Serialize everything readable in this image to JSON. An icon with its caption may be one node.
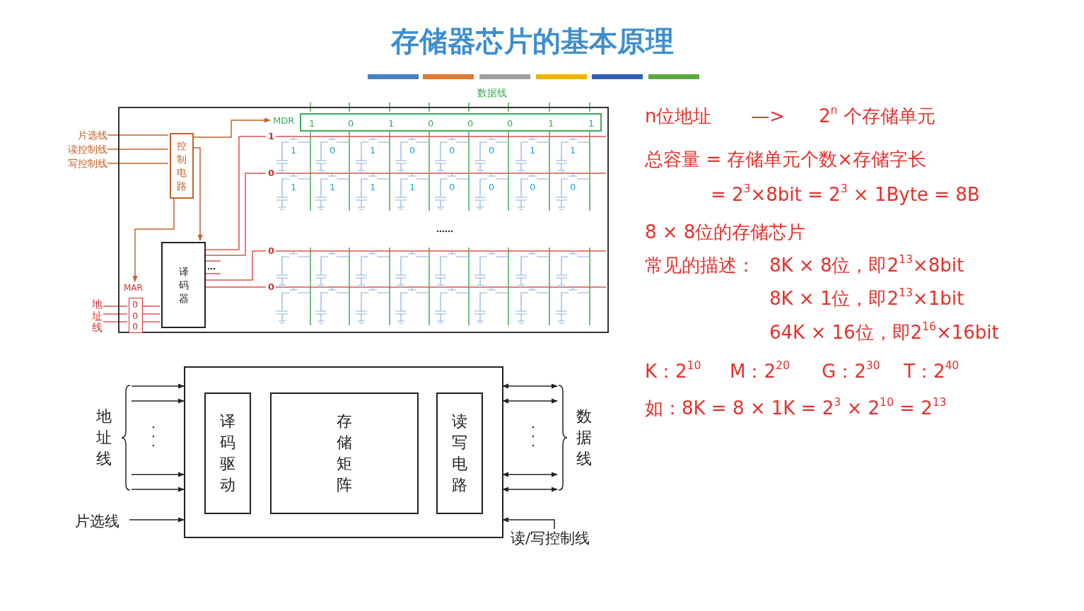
{
  "diagram": {
    "title": "存储器芯片的基本原理",
    "nodes": [
      {
        "text": [],
        "shape": "box"
      },
      {
        "text": [
          "控制电路"
        ],
        "in": 0
      },
      {
        "text": [
          "译码器"
        ],
        "in": 0
      },
      {
        "text": [
          "MAR",
          "0",
          "0",
          "0"
        ],
        "in": 0
      },
      {
        "text": [
          "MDR",
          "1",
          "0",
          "1",
          "0",
          "0",
          "0",
          "1",
          "1"
        ],
        "in": 0
      },
      {
        "text": [
          "片选线"
        ]
      },
      {
        "text": [
          "读控制线"
        ]
      },
      {
        "text": [
          "写控制线"
        ]
      },
      {
        "text": [
          "地址线"
        ]
      },
      {
        "text": [],
        "shape": "box"
      },
      {
        "text": [
          "译码驱动"
        ],
        "in": 9
      },
      {
        "text": [
          "存储矩阵"
        ],
        "in": 9
      },
      {
        "text": [
          "读写电路"
        ],
        "in": 9
      },
      {
        "text": [
          "地址线"
        ]
      },
      {
        "text": [
          "数据线"
        ]
      },
      {
        "text": [
          "片选线"
        ]
      },
      {
        "text": [
          "读/写控制线"
        ]
      }
    ],
    "edges": [
      {
        "from": 5,
        "to": 1,
        "arrow": "none",
        "color": "#c0632a"
      },
      {
        "from": 6,
        "to": 1,
        "arrow": "none",
        "color": "#c0632a"
      },
      {
        "from": 7,
        "to": 1,
        "arrow": "none",
        "color": "#c0632a"
      },
      {
        "from": 1,
        "to": 4,
        "arrow": "to",
        "color": "#c0632a"
      },
      {
        "from": 1,
        "to": 2,
        "arrow": "to",
        "color": "#c0632a"
      },
      {
        "from": 1,
        "to": 3,
        "arrow": "to",
        "color": "#c0632a"
      },
      {
        "from": 8,
        "to": 3,
        "arrow": "none",
        "color": "#e05050"
      },
      {
        "from": 8,
        "to": 3,
        "arrow": "none",
        "color": "#e05050"
      },
      {
        "from": 8,
        "to": 3,
        "arrow": "none",
        "color": "#e05050"
      },
      {
        "from": 3,
        "to": 2,
        "arrow": "none",
        "color": "#e05050"
      },
      {
        "from": 3,
        "to": 2,
        "arrow": "none",
        "color": "#e05050"
      },
      {
        "from": 3,
        "to": 2,
        "arrow": "none",
        "color": "#e05050"
      },
      {
        "from": 13,
        "to": 9,
        "arrow": "to"
      },
      {
        "from": 13,
        "to": 9,
        "arrow": "to"
      },
      {
        "from": 13,
        "to": 9,
        "arrow": "to"
      },
      {
        "from": 13,
        "to": 9,
        "arrow": "to"
      },
      {
        "from": 14,
        "to": 9,
        "arrow": "both"
      },
      {
        "from": 14,
        "to": 9,
        "arrow": "both"
      },
      {
        "from": 14,
        "to": 9,
        "arrow": "both"
      },
      {
        "from": 14,
        "to": 9,
        "arrow": "both"
      },
      {
        "from": 15,
        "to": 9,
        "arrow": "to"
      },
      {
        "from": 16,
        "to": 9,
        "arrow": "to"
      }
    ],
    "labels": [
      "数据线",
      "1",
      "0",
      "0",
      "0",
      "1",
      "0",
      "1",
      "0",
      "0",
      "0",
      "1",
      "1",
      "1",
      "1",
      "1",
      "1",
      "0",
      "0",
      "0",
      "0",
      "n位地址",
      "—>",
      "2$^{n}$ 个存储单元",
      "总容量 = 存储单元个数×存储字长",
      "= 2$^{3}$×8bit = 2$^{3}$ × 1Byte = 8B",
      "8 × 8位的存储芯片",
      "常见的描述：",
      "8K × 8位，即2$^{13}$×8bit",
      "8K × 1位，即2$^{13}$×1bit",
      "64K × 16位，即2$^{16}$×16bit",
      "K：2$^{10}$",
      "M：2$^{20}$",
      "G：2$^{30}$",
      "T：2$^{40}$",
      "如：8K = 8 × 1K = 2$^{3}$ × 2$^{10}$ = 2$^{13}$"
    ]
  }
}
